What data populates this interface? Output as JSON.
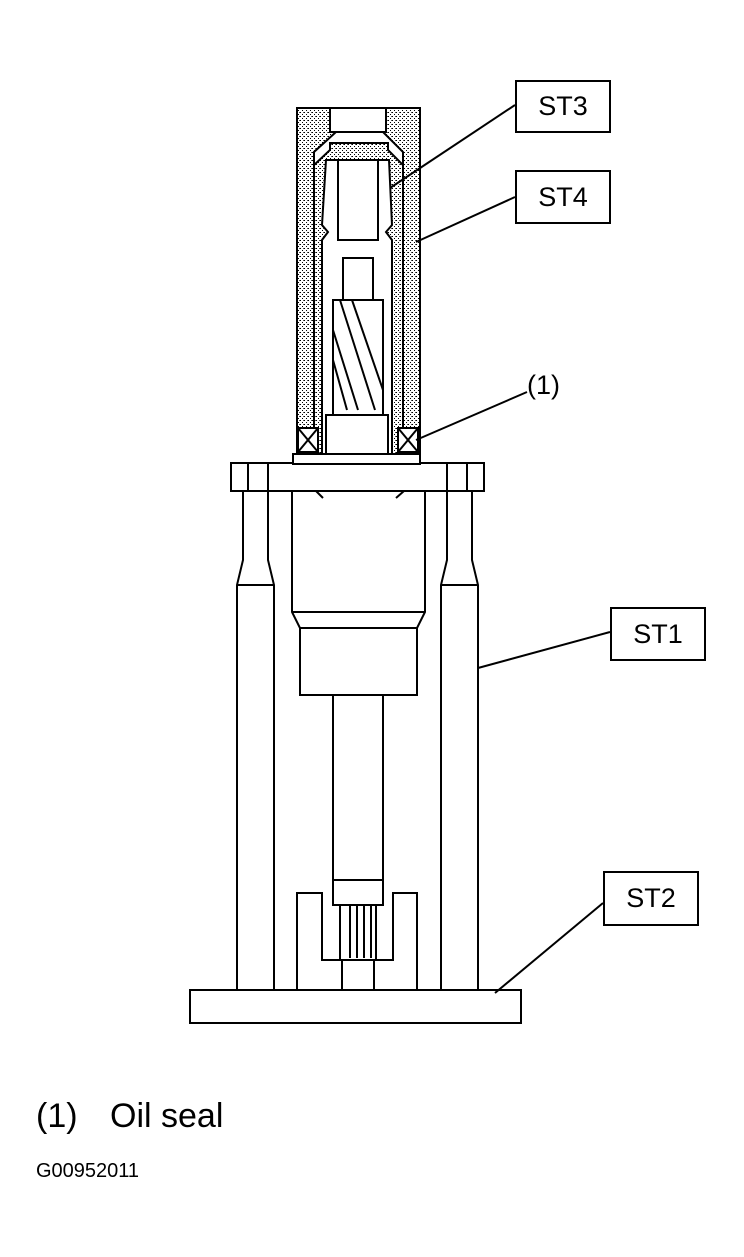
{
  "labels": {
    "st3": "ST3",
    "st4": "ST4",
    "st1": "ST1",
    "st2": "ST2",
    "callout_1": "(1)"
  },
  "legend": [
    {
      "number": "(1)",
      "text": "Oil seal"
    }
  ],
  "figure_id": "G00952011"
}
